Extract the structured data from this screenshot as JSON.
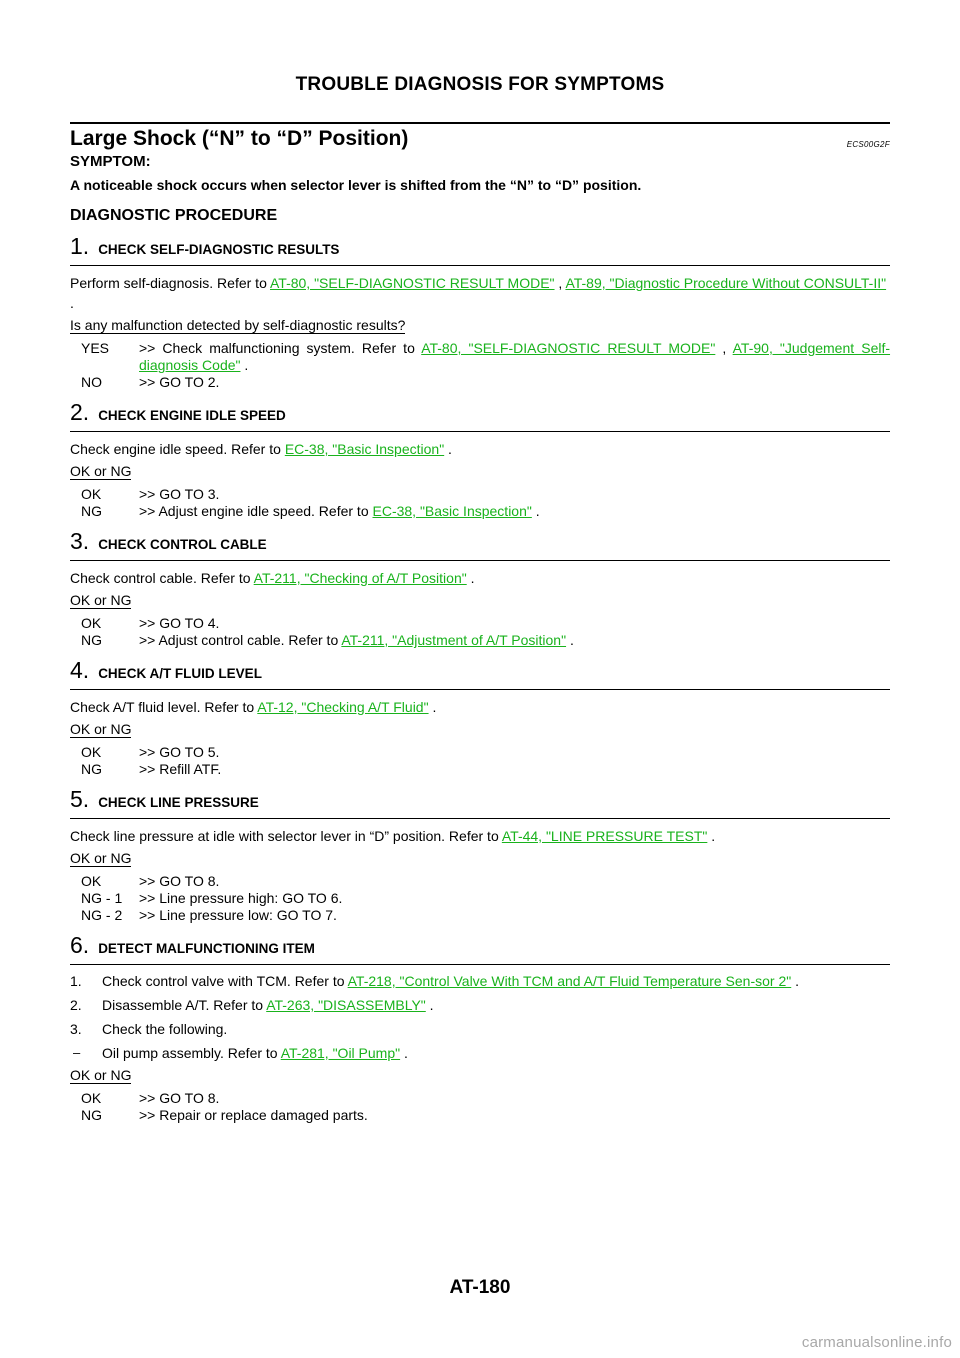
{
  "header": "TROUBLE DIAGNOSIS FOR SYMPTOMS",
  "section": {
    "title": "Large Shock (“N” to “D” Position)",
    "code": "ECS00G2F",
    "symptom_label": "SYMPTOM:",
    "symptom_text": "A noticeable shock occurs when selector lever is shifted from the “N” to “D” position.",
    "procedure_label": "DIAGNOSTIC PROCEDURE"
  },
  "steps": [
    {
      "num": "1",
      "title": "CHECK SELF-DIAGNOSTIC RESULTS",
      "body_pre": "Perform self-diagnosis. Refer to ",
      "link1": "AT-80, \"SELF-DIAGNOSTIC RESULT MODE\"",
      "body_mid": " , ",
      "link2": "AT-89, \"Diagnostic Procedure Without CONSULT-II\"",
      "body_post": " .",
      "question": "Is any malfunction detected by self-diagnostic results?",
      "yes_key": "YES",
      "yes_pre": ">> Check malfunctioning system. Refer to ",
      "yes_link1": "AT-80, \"SELF-DIAGNOSTIC RESULT MODE\"",
      "yes_mid": " , ",
      "yes_link2": "AT-90, \"Judgement Self-diagnosis Code\"",
      "yes_post": " .",
      "no_key": "NO",
      "no_text": ">> GO TO 2."
    },
    {
      "num": "2",
      "title": "CHECK ENGINE IDLE SPEED",
      "body_pre": "Check engine idle speed. Refer to ",
      "link1": "EC-38, \"Basic Inspection\"",
      "body_post": " .",
      "question": "OK or NG",
      "ok_key": "OK",
      "ok_text": ">> GO TO 3.",
      "ng_key": "NG",
      "ng_pre": ">> Adjust engine idle speed. Refer to ",
      "ng_link": "EC-38, \"Basic Inspection\"",
      "ng_post": " ."
    },
    {
      "num": "3",
      "title": "CHECK CONTROL CABLE",
      "body_pre": "Check control cable. Refer to ",
      "link1": "AT-211, \"Checking of A/T Position\"",
      "body_post": " .",
      "question": "OK or NG",
      "ok_key": "OK",
      "ok_text": ">> GO TO 4.",
      "ng_key": "NG",
      "ng_pre": ">> Adjust control cable. Refer to ",
      "ng_link": "AT-211, \"Adjustment of A/T Position\"",
      "ng_post": " ."
    },
    {
      "num": "4",
      "title": "CHECK A/T FLUID LEVEL",
      "body_pre": "Check A/T fluid level. Refer to ",
      "link1": "AT-12, \"Checking A/T Fluid\"",
      "body_post": " .",
      "question": "OK or NG",
      "ok_key": "OK",
      "ok_text": ">> GO TO 5.",
      "ng_key": "NG",
      "ng_text": ">> Refill ATF."
    },
    {
      "num": "5",
      "title": "CHECK LINE PRESSURE",
      "body_pre": "Check line pressure at idle with selector lever in “D” position. Refer to ",
      "link1": "AT-44, \"LINE PRESSURE TEST\"",
      "body_post": " .",
      "question": "OK or NG",
      "ok_key": "OK",
      "ok_text": ">> GO TO 8.",
      "ng1_key": "NG - 1",
      "ng1_text": ">> Line pressure high: GO TO 6.",
      "ng2_key": "NG - 2",
      "ng2_text": ">> Line pressure low: GO TO 7."
    },
    {
      "num": "6",
      "title": "DETECT MALFUNCTIONING ITEM",
      "item1_marker": "1.",
      "item1_pre": "Check control valve with TCM. Refer to ",
      "item1_link": "AT-218, \"Control Valve With TCM and A/T Fluid Temperature Sen-sor 2\"",
      "item1_post": " .",
      "item2_marker": "2.",
      "item2_pre": "Disassemble A/T. Refer to ",
      "item2_link": "AT-263, \"DISASSEMBLY\"",
      "item2_post": " .",
      "item3_marker": "3.",
      "item3_text": "Check the following.",
      "sub_marker": "–",
      "sub_pre": "Oil pump assembly. Refer to ",
      "sub_link": "AT-281, \"Oil Pump\"",
      "sub_post": " .",
      "question": "OK or NG",
      "ok_key": "OK",
      "ok_text": ">> GO TO 8.",
      "ng_key": "NG",
      "ng_text": ">> Repair or replace damaged parts."
    }
  ],
  "footer": "AT-180",
  "watermark": "carmanualsonline.info"
}
